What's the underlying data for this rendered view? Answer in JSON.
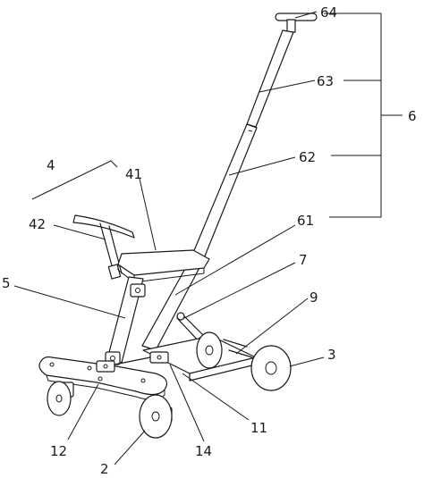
{
  "labels": {
    "l64": "64",
    "l63": "63",
    "l6": "6",
    "l62": "62",
    "l4": "4",
    "l41": "41",
    "l42": "42",
    "l61": "61",
    "l7": "7",
    "l5": "5",
    "l9": "9",
    "l3": "3",
    "l11": "11",
    "l12": "12",
    "l14": "14",
    "l2": "2"
  }
}
